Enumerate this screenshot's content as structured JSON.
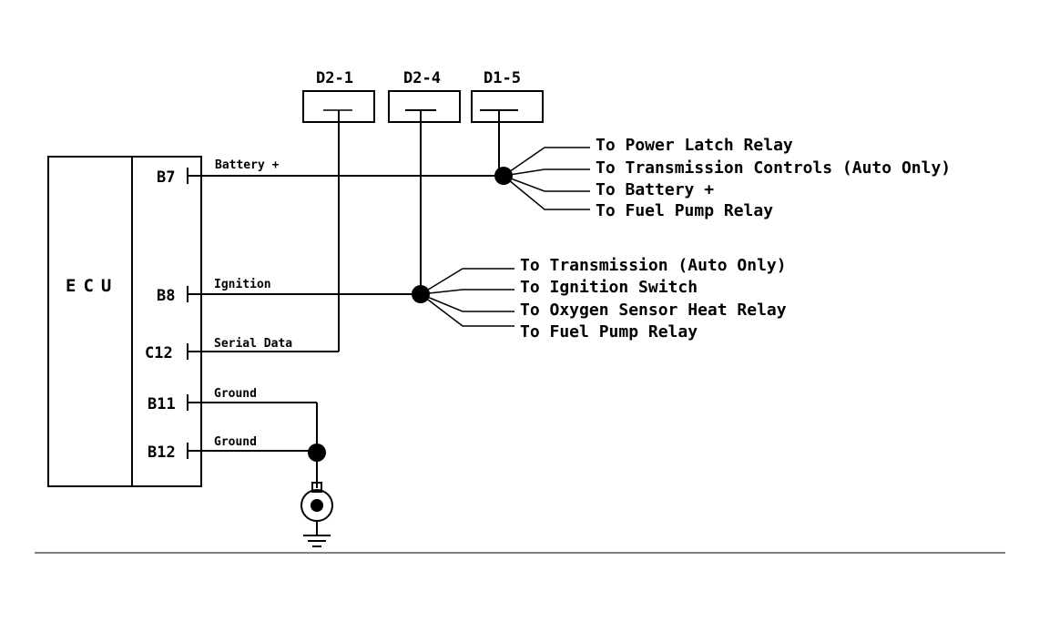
{
  "ecu": {
    "label": "ECU"
  },
  "connectors": [
    {
      "name": "D2-1"
    },
    {
      "name": "D2-4"
    },
    {
      "name": "D1-5"
    }
  ],
  "pins": [
    {
      "pin": "B7",
      "wire": "Battery +"
    },
    {
      "pin": "B8",
      "wire": "Ignition"
    },
    {
      "pin": "C12",
      "wire": "Serial Data"
    },
    {
      "pin": "B11",
      "wire": "Ground"
    },
    {
      "pin": "B12",
      "wire": "Ground"
    }
  ],
  "battery_destinations": [
    "To Power Latch Relay",
    "To Transmission Controls (Auto Only)",
    "To Battery +",
    "To Fuel Pump Relay"
  ],
  "ignition_destinations": [
    "To Transmission (Auto Only)",
    "To Ignition Switch",
    "To Oxygen Sensor Heat Relay",
    "To Fuel Pump Relay"
  ]
}
